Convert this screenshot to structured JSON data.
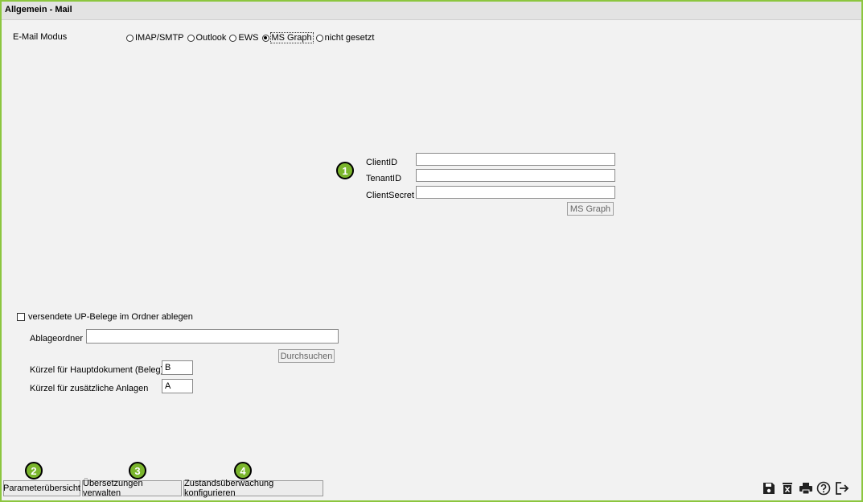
{
  "title": "Allgemein - Mail",
  "email_mode": {
    "label": "E-Mail Modus",
    "options": [
      "IMAP/SMTP",
      "Outlook",
      "EWS",
      "MS Graph",
      "nicht gesetzt"
    ],
    "selected": "MS Graph"
  },
  "graph": {
    "client_id_label": "ClientID",
    "tenant_id_label": "TenantID",
    "client_secret_label": "ClientSecret",
    "client_id_value": "",
    "tenant_id_value": "",
    "client_secret_value": "",
    "button_label": "MS Graph"
  },
  "archive": {
    "checkbox_label": "versendete UP-Belege im Ordner ablegen",
    "checked": false,
    "folder_label": "Ablageordner",
    "folder_value": "",
    "browse_label": "Durchsuchen",
    "main_doc_label": "Kürzel für Hauptdokument (Beleg)",
    "main_doc_value": "B",
    "attachments_label": "Kürzel für zusätzliche Anlagen",
    "attachments_value": "A"
  },
  "bottom_buttons": {
    "parameters": "Parameterübersicht",
    "translations": "Übersetzungen verwalten",
    "monitoring": "Zustandsüberwachung konfigurieren"
  },
  "badges": [
    "1",
    "2",
    "3",
    "4"
  ],
  "toolbar_icons": [
    "save-icon",
    "delete-icon",
    "print-icon",
    "help-icon",
    "exit-icon"
  ],
  "accent_color": "#7ab52c",
  "frame_color": "#8cc63f"
}
